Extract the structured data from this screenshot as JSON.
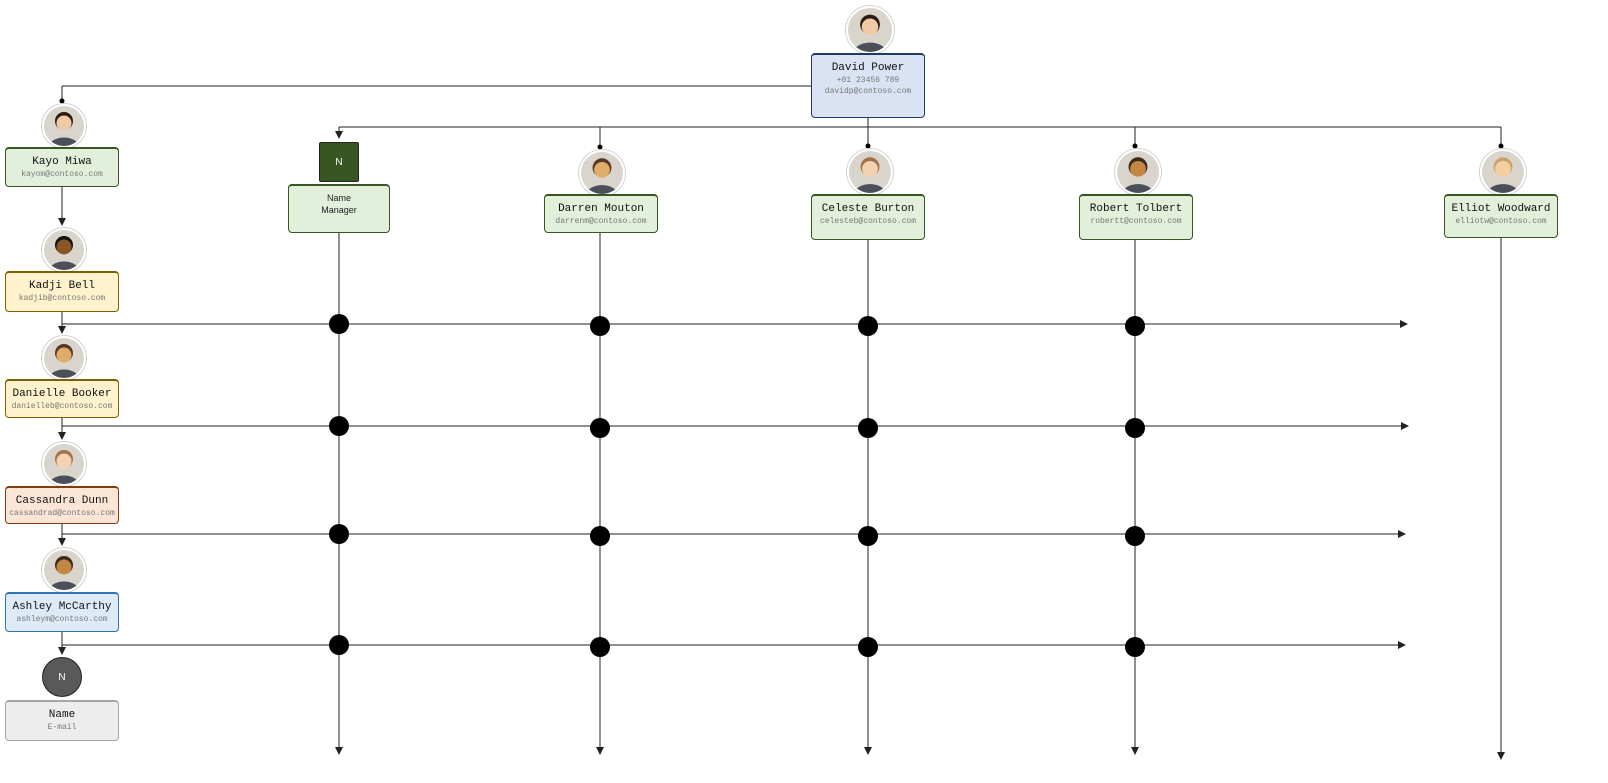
{
  "colors": {
    "line": "#222222",
    "blue_fill": "#dae3f3",
    "blue_border": "#1f3864",
    "green_fill": "#e2efda",
    "green_border": "#375623",
    "yellow_fill": "#fff2cc",
    "yellow_border": "#7f6000",
    "orange_fill": "#fbe5d6",
    "orange_border": "#843c0c",
    "lightblue_fill": "#deebf7",
    "lightblue_border": "#2e75b6",
    "gray_fill": "#ededed",
    "gray_border": "#a6a6a6",
    "placeholder_green": "#375623",
    "placeholder_gray": "#595959"
  },
  "root": {
    "name": "David Power",
    "phone": "+01 23456 789",
    "email": "davidp@contoso.com",
    "avatar_icon": "person-photo-bald-man-icon"
  },
  "managers": [
    {
      "name": "Name",
      "title": "Manager",
      "placeholder": true,
      "badge": "N",
      "badge_icon": "placeholder-square-icon"
    },
    {
      "name": "Darren Mouton",
      "email": "darrenm@contoso.com",
      "avatar_icon": "person-photo-man-glasses-icon"
    },
    {
      "name": "Celeste Burton",
      "email": "celesteb@contoso.com",
      "avatar_icon": "person-photo-woman-glasses-icon"
    },
    {
      "name": "Robert Tolbert",
      "email": "robertt@contoso.com",
      "avatar_icon": "person-photo-bearded-man-icon"
    },
    {
      "name": "Elliot Woodward",
      "email": "elliotw@contoso.com",
      "avatar_icon": "person-photo-man-icon"
    }
  ],
  "side_chain": [
    {
      "name": "Kayo Miwa",
      "email": "kayom@contoso.com",
      "color": "green",
      "avatar_icon": "person-photo-woman-icon"
    },
    {
      "name": "Kadji Bell",
      "email": "kadjib@contoso.com",
      "color": "yellow",
      "avatar_icon": "person-photo-man-icon"
    },
    {
      "name": "Danielle Booker",
      "email": "danielleb@contoso.com",
      "color": "yellow",
      "avatar_icon": "person-photo-woman-icon"
    },
    {
      "name": "Cassandra Dunn",
      "email": "cassandrad@contoso.com",
      "color": "orange",
      "avatar_icon": "person-photo-woman-icon"
    },
    {
      "name": "Ashley McCarthy",
      "email": "ashleym@contoso.com",
      "color": "lightblue",
      "avatar_icon": "person-photo-man-icon"
    },
    {
      "name": "Name",
      "email": "E-mail",
      "color": "gray",
      "placeholder": true,
      "badge": "N",
      "badge_icon": "placeholder-circle-icon"
    }
  ]
}
